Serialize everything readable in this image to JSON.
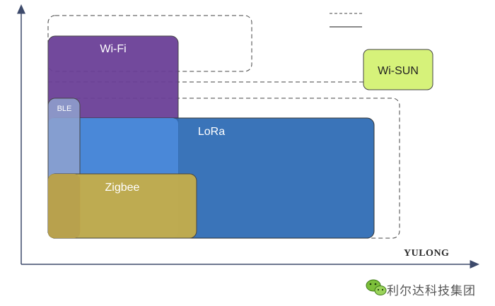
{
  "diagram": {
    "colors": {
      "wifi": "#6a3f97",
      "lora": "#2f6db5",
      "ble": "#7d92c4",
      "zigbee": "#c8b24a",
      "wisun": "#d6f27a",
      "axis": "#3d4a6b"
    },
    "technologies": {
      "wifi": {
        "label": "Wi-Fi"
      },
      "lora": {
        "label": "LoRa"
      },
      "ble": {
        "label": "BLE"
      },
      "zigbee": {
        "label": "Zigbee"
      },
      "wisun": {
        "label": "Wi-SUN"
      }
    },
    "brand_label": "YULONG",
    "watermark": "利尔达科技集团"
  }
}
